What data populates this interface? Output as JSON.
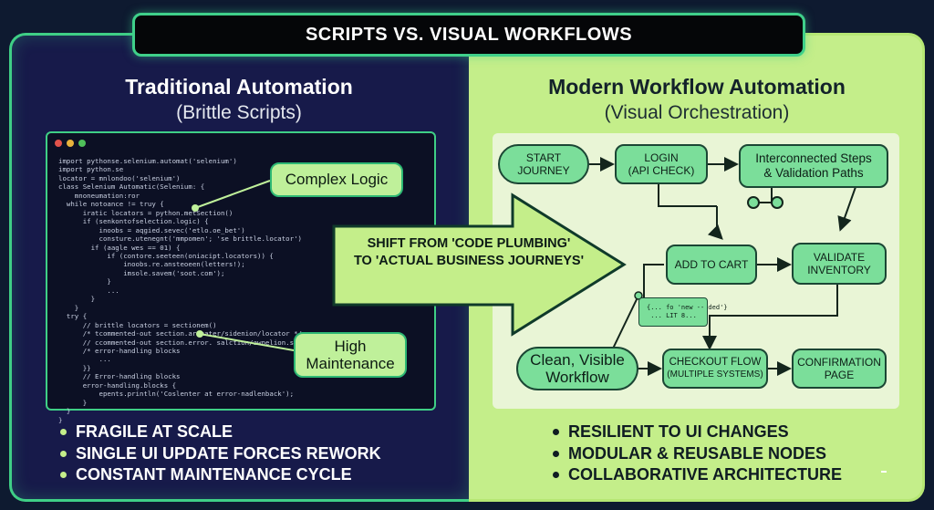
{
  "title": "SCRIPTS VS. VISUAL WORKFLOWS",
  "left": {
    "heading": "Traditional Automation",
    "subheading": "(Brittle Scripts)",
    "code_lines": [
      "import pythonse.selenium.automat('selenium')",
      "import python.se",
      "locator = mnlondoo('selenium')",
      "class Selenium Automatic(Selenium: {",
      "    mnoneumation:ror",
      "  while notoance != truy {",
      "      iratic locators = python.metSection()",
      "      if (senkontofselection.logic) {",
      "          inoobs = aqgied.sevec('etlo.oe_bet')",
      "          consture.utenegnt('mmpomen'; 'se brittle.locator')",
      "        if (aagle wes == 01) {",
      "            if (contore.seeteen(oniacipt.locators)) {",
      "                inoobs.re.ansteoeen(letters!);",
      "                imsole.savem('soot.com');",
      "            }",
      "            ...",
      "        }",
      "    }",
      "  try {",
      "      // brittle locators = sectionem()",
      "      /* tcommented-out section.artaater/sidenion/locator */",
      "      // ccommented-out section.error. salction/awnelion.secator */",
      "      /* error-handling blocks",
      "          ...",
      "      }}",
      "      // Error-handling blocks",
      "      error-handling.blocks {",
      "          epents.println('Coslenter at error-nadlenback');",
      "      }",
      "  }",
      "}"
    ],
    "callout_complex": "Complex Logic",
    "callout_high_1": "High",
    "callout_high_2": "Maintenance",
    "bullets": [
      "FRAGILE AT SCALE",
      "SINGLE UI UPDATE FORCES REWORK",
      "CONSTANT MAINTENANCE CYCLE"
    ]
  },
  "shift": {
    "line1": "SHIFT FROM 'CODE PLUMBING'",
    "line2": "TO 'ACTUAL BUSINESS JOURNEYS'"
  },
  "right": {
    "heading": "Modern Workflow Automation",
    "subheading": "(Visual Orchestration)",
    "nodes": {
      "start_1": "START",
      "start_2": "JOURNEY",
      "login_1": "LOGIN",
      "login_2": "(API CHECK)",
      "steps_1": "Interconnected Steps",
      "steps_2": "& Validation Paths",
      "cart": "ADD TO CART",
      "validate_1": "VALIDATE",
      "validate_2": "INVENTORY",
      "clean_1": "Clean, Visible",
      "clean_2": "Workflow",
      "checkout_1": "CHECKOUT FLOW",
      "checkout_2": "(MULTIPLE SYSTEMS)",
      "confirm_1": "CONFIRMATION",
      "confirm_2": "PAGE"
    },
    "mini_code": "{... fo 'new -- ded'}\n ... LIT 8...",
    "bullets": [
      "RESILIENT TO UI CHANGES",
      "MODULAR & REUSABLE NODES",
      "COLLABORATIVE ARCHITECTURE"
    ]
  },
  "colors": {
    "accent_green": "#3fcf86",
    "lime": "#c4ee8a",
    "node_green": "#7bde9a",
    "navy": "#171a4a"
  }
}
